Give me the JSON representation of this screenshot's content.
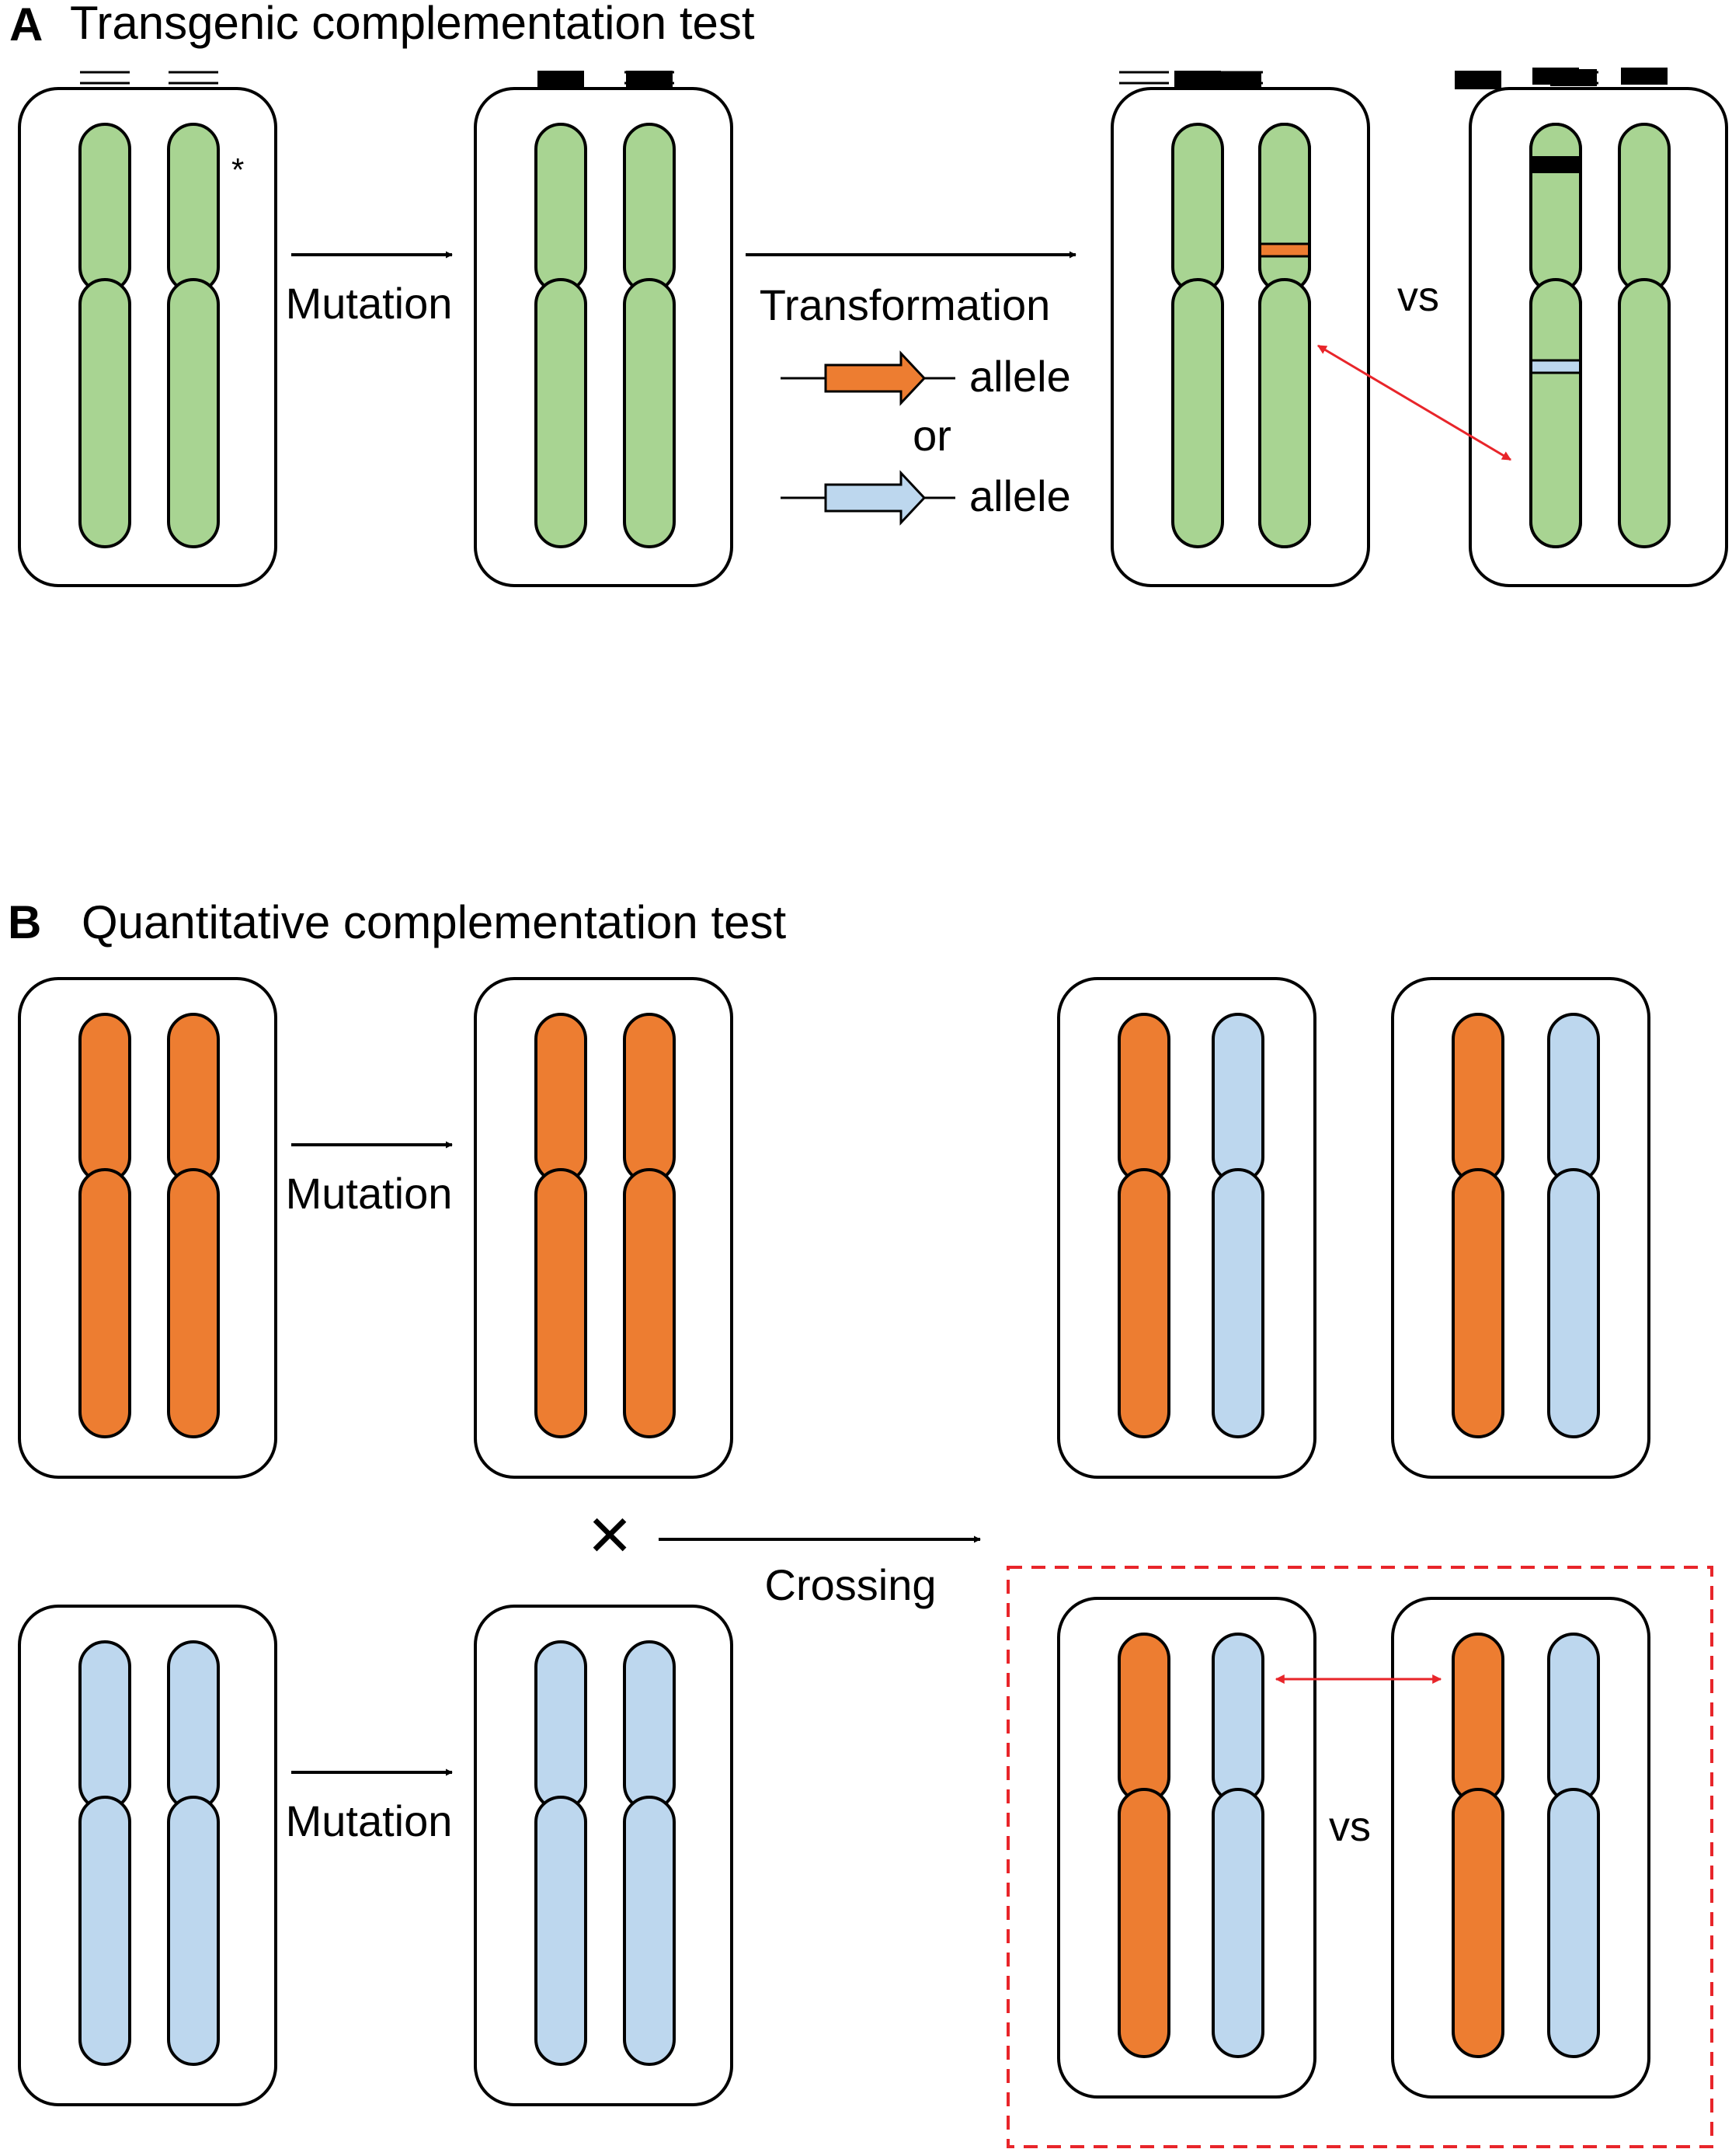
{
  "panel_a": {
    "letter": "A",
    "title": "Transgenic complementation test",
    "mutation_label": "Mutation",
    "transformation_label": "Transformation",
    "allele_label_1": "allele",
    "or_label": "or",
    "allele_label_2": "allele",
    "vs_label": "vs",
    "asterisk": "*"
  },
  "panel_b": {
    "letter": "B",
    "title": "Quantitative complementation test",
    "mutation_label_top": "Mutation",
    "mutation_label_bottom": "Mutation",
    "cross_symbol": "×",
    "crossing_label": "Crossing",
    "vs_label": "vs"
  },
  "colors": {
    "green": "#a8d492",
    "orange": "#ed7d31",
    "blue": "#bdd7ee",
    "mutation_band": "#000000",
    "arrow_red": "#e8252a",
    "highlight_box": "#e8252a"
  },
  "icons": {
    "arrow": "right-arrow-icon",
    "double_arrow": "double-headed-arrow-icon",
    "cross": "cross-symbol-icon"
  }
}
